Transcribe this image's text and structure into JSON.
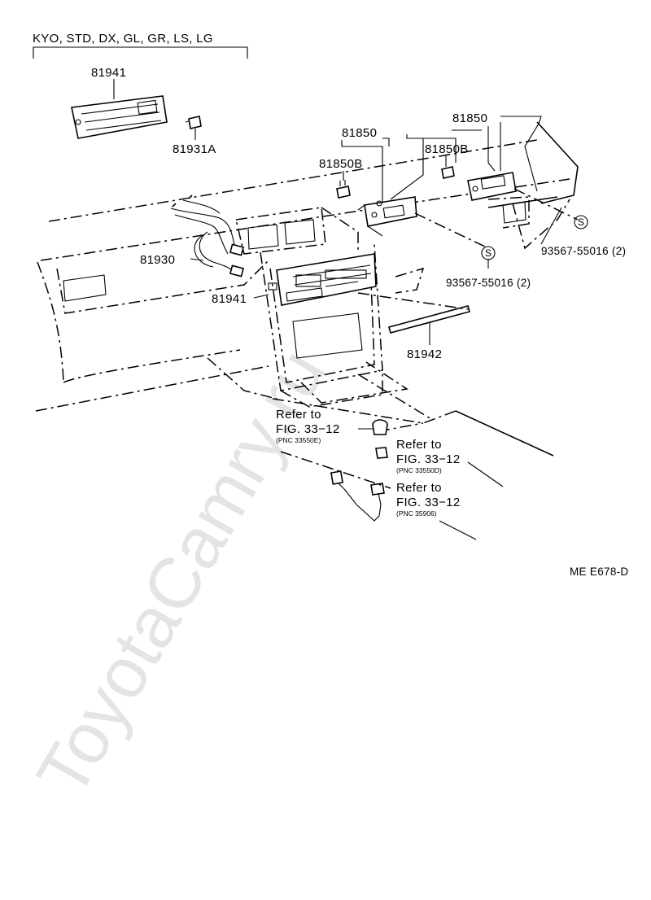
{
  "diagram": {
    "variant_header": "KYO, STD, DX, GL, GR, LS, LG",
    "parts": {
      "top_81941": "81941",
      "p81931A": "81931A",
      "p81850_left": "81850",
      "p81850_right": "81850",
      "p81850B_left": "81850B",
      "p81850B_right": "81850B",
      "p81930": "81930",
      "p81941": "81941",
      "p81942": "81942",
      "screw_right": "93567-55016 (2)",
      "screw_left": "93567-55016 (2)",
      "screw_symbol": "S"
    },
    "refs": [
      {
        "refer": "Refer to",
        "fig": "FIG. 33−12",
        "pnc": "(PNC 33550E)"
      },
      {
        "refer": "Refer to",
        "fig": "FIG. 33−12",
        "pnc": "(PNC 33550D)"
      },
      {
        "refer": "Refer to",
        "fig": "FIG. 33−12",
        "pnc": "(PNC 35906)"
      }
    ],
    "drawing_code": "ME E678-D",
    "watermark": "ToyotaCamry.ru"
  }
}
